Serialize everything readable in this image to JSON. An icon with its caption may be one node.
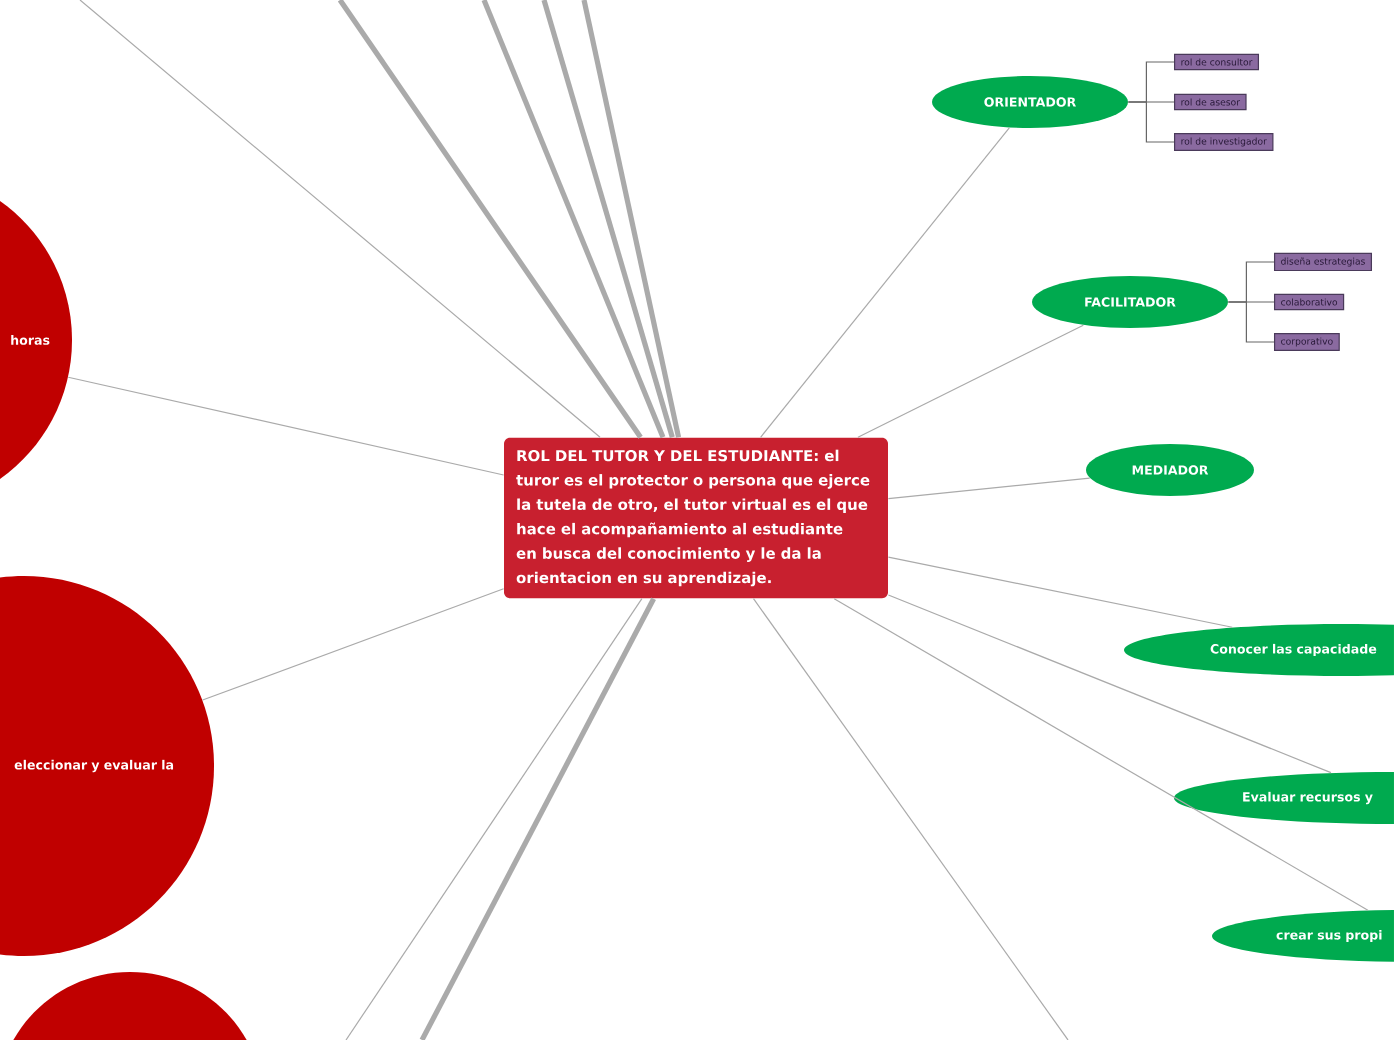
{
  "diagram": {
    "nodes": [
      {
        "text": [
          "ROL DEL TUTOR Y DEL ESTUDIANTE: el turor es el protector o persona que ejerce la tutela de otro, el tutor virtual es el que hace el acompañamiento al estudiante en busca del conocimiento y le da la orientacion en su aprendizaje."
        ]
      },
      {
        "text": [
          "ORIENTADOR"
        ]
      },
      {
        "text": [
          "rol de consultor"
        ]
      },
      {
        "text": [
          "rol de asesor"
        ]
      },
      {
        "text": [
          "rol de investigador"
        ]
      },
      {
        "text": [
          "FACILITADOR"
        ]
      },
      {
        "text": [
          "diseña estrategias"
        ]
      },
      {
        "text": [
          "colaborativo"
        ]
      },
      {
        "text": [
          "corporativo"
        ]
      },
      {
        "text": [
          "MEDIADOR"
        ]
      },
      {
        "text": [
          "Conocer las capacidade"
        ]
      },
      {
        "text": [
          "Evaluar recursos y"
        ]
      },
      {
        "text": [
          "crear sus propi"
        ]
      },
      {
        "text": [
          "horas"
        ]
      },
      {
        "text": [
          "eleccionar y evaluar la"
        ]
      },
      {
        "text": [],
        "shape": "circle"
      }
    ],
    "edges": [
      {
        "from": 0,
        "to": 1,
        "arrow": "none"
      },
      {
        "from": 1,
        "to": 2,
        "arrow": "none",
        "color": "#666666"
      },
      {
        "from": 1,
        "to": 3,
        "arrow": "none",
        "color": "#666666"
      },
      {
        "from": 1,
        "to": 4,
        "arrow": "none",
        "color": "#666666"
      },
      {
        "from": 0,
        "to": 5,
        "arrow": "none"
      },
      {
        "from": 5,
        "to": 6,
        "arrow": "none",
        "color": "#666666"
      },
      {
        "from": 5,
        "to": 7,
        "arrow": "none",
        "color": "#666666"
      },
      {
        "from": 5,
        "to": 8,
        "arrow": "none",
        "color": "#666666"
      },
      {
        "from": 0,
        "to": 9,
        "arrow": "none"
      },
      {
        "from": 0,
        "to": 10,
        "arrow": "none"
      },
      {
        "from": 0,
        "to": 11,
        "arrow": "none"
      },
      {
        "from": 0,
        "to": 12,
        "arrow": "none"
      },
      {
        "from": 0,
        "to": 13,
        "arrow": "none"
      },
      {
        "from": 0,
        "to": 14,
        "arrow": "none"
      },
      {
        "from": 0,
        "to": null,
        "arrow": "none"
      },
      {
        "from": 0,
        "to": null,
        "arrow": "none",
        "style": "thick"
      },
      {
        "from": 0,
        "to": null,
        "arrow": "none",
        "style": "thick"
      },
      {
        "from": 0,
        "to": null,
        "arrow": "none",
        "style": "thick"
      },
      {
        "from": 0,
        "to": null,
        "arrow": "none",
        "style": "thick"
      },
      {
        "from": 0,
        "to": null,
        "arrow": "none"
      },
      {
        "from": 0,
        "to": null,
        "arrow": "none",
        "style": "thick"
      },
      {
        "from": 0,
        "to": null,
        "arrow": "none"
      }
    ]
  }
}
